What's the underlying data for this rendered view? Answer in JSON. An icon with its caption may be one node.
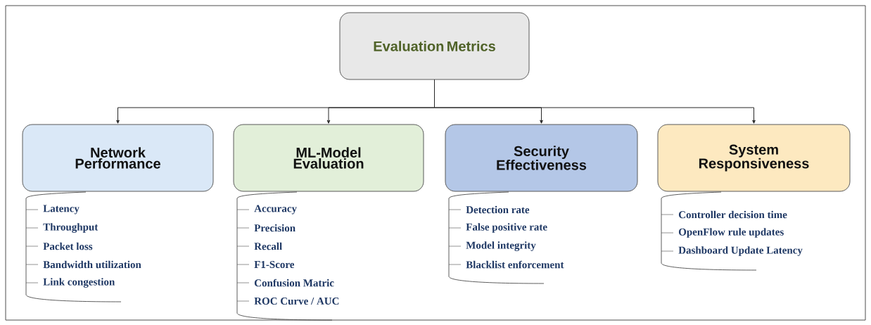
{
  "diagram": {
    "nodes": [
      {
        "text": [
          "Evaluation Metrics"
        ]
      },
      {
        "text": [
          "Network Performance"
        ],
        "beside": [
          "Latency",
          "Throughput",
          "Packet loss",
          "Bandwidth utilization",
          "Link congestion"
        ]
      },
      {
        "text": [
          "ML-Model Evaluation"
        ],
        "beside": [
          "Accuracy",
          "Precision",
          "Recall",
          "F1-Score",
          "Confusion Matric",
          "ROC Curve / AUC"
        ]
      },
      {
        "text": [
          "Security Effectiveness"
        ],
        "beside": [
          "Detection rate",
          "False positive rate",
          "Model integrity",
          "Blacklist enforcement"
        ]
      },
      {
        "text": [
          "System Responsiveness"
        ],
        "beside": [
          "Controller decision time",
          "OpenFlow rule updates",
          "Dashboard Update Latency"
        ]
      }
    ],
    "edges": [
      {
        "from": 0,
        "to": 1,
        "arrow": "to"
      },
      {
        "from": 0,
        "to": 2,
        "arrow": "to"
      },
      {
        "from": 0,
        "to": 3,
        "arrow": "to"
      },
      {
        "from": 0,
        "to": 4,
        "arrow": "to"
      }
    ]
  }
}
